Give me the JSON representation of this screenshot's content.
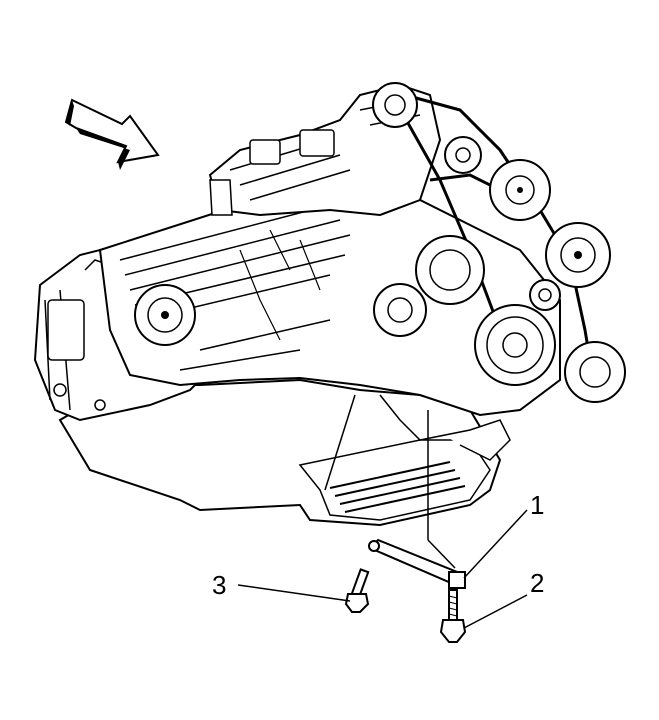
{
  "callouts": [
    {
      "id": "1",
      "label": "1"
    },
    {
      "id": "2",
      "label": "2"
    },
    {
      "id": "3",
      "label": "3"
    }
  ],
  "icons": {
    "direction": "front-direction-arrow-icon"
  },
  "colors": {
    "line": "#000000",
    "background": "#ffffff"
  }
}
